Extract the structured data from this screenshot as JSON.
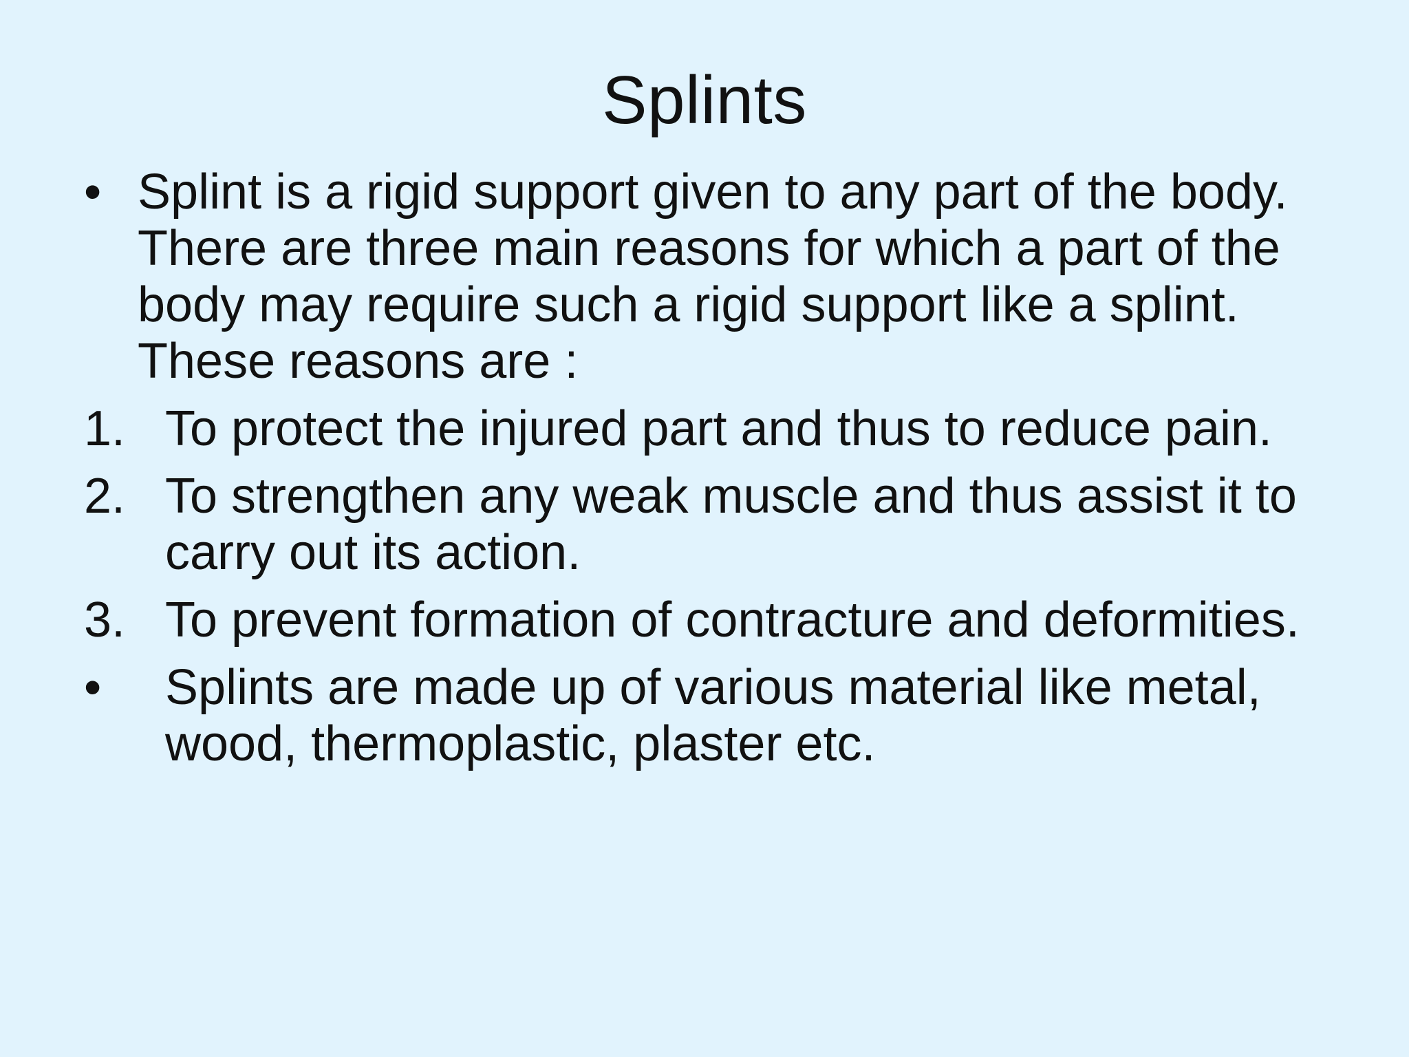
{
  "slide": {
    "title": "Splints",
    "items": [
      {
        "marker": "•",
        "text": "Splint is a rigid support given to any part of the body. There are three main reasons for which a part of the body may require such a rigid support like a splint. These reasons are :"
      },
      {
        "marker": "1.",
        "text": "To protect the injured part and thus to reduce pain."
      },
      {
        "marker": "2.",
        "text": "To strengthen any weak muscle and thus assist it to carry out its action."
      },
      {
        "marker": "3.",
        "text": "To prevent formation of contracture and deformities."
      },
      {
        "marker": "•",
        "text": "Splints are made up of various material like metal, wood, thermoplastic, plaster etc."
      }
    ]
  },
  "colors": {
    "background": "#e1f3fd",
    "text": "#111111"
  }
}
